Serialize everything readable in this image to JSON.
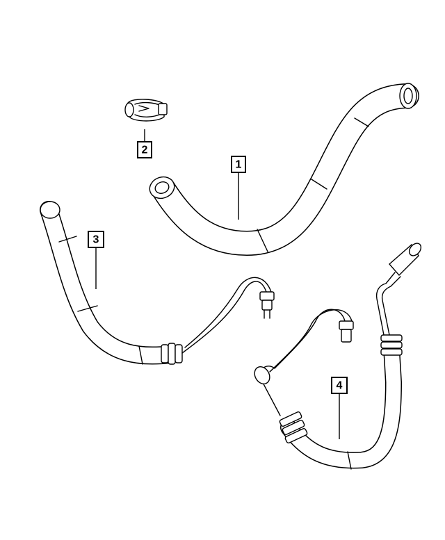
{
  "diagram": {
    "callouts": [
      {
        "id": "1",
        "label": "1"
      },
      {
        "id": "2",
        "label": "2"
      },
      {
        "id": "3",
        "label": "3"
      },
      {
        "id": "4",
        "label": "4"
      }
    ],
    "parts": [
      {
        "callout": "1",
        "icon": "hose-icon"
      },
      {
        "callout": "2",
        "icon": "hose-clamp-icon"
      },
      {
        "callout": "3",
        "icon": "pressure-hose-icon"
      },
      {
        "callout": "4",
        "icon": "return-hose-icon"
      }
    ],
    "colors": {
      "line": "#000000",
      "background": "#ffffff"
    }
  }
}
